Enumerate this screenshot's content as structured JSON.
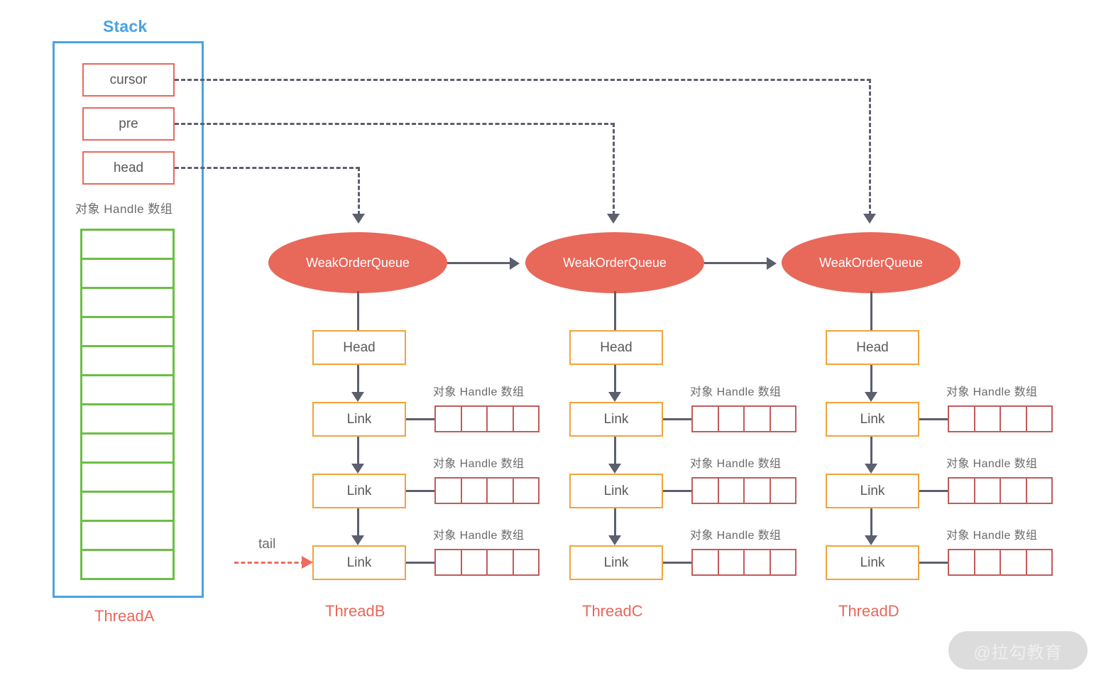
{
  "stack": {
    "title": "Stack",
    "pointers": [
      {
        "label": "cursor"
      },
      {
        "label": "pre"
      },
      {
        "label": "head"
      }
    ],
    "array_label": "对象 Handle 数组",
    "array_cell_count": 12,
    "thread_label": "ThreadA"
  },
  "queues": [
    {
      "title": "WeakOrderQueue",
      "head_label": "Head",
      "links": [
        {
          "label": "Link",
          "handle_label": "对象 Handle 数组",
          "handle_cells": 4
        },
        {
          "label": "Link",
          "handle_label": "对象 Handle 数组",
          "handle_cells": 4
        },
        {
          "label": "Link",
          "handle_label": "对象 Handle 数组",
          "handle_cells": 4
        }
      ],
      "thread_label": "ThreadB",
      "tail_label": "tail"
    },
    {
      "title": "WeakOrderQueue",
      "head_label": "Head",
      "links": [
        {
          "label": "Link",
          "handle_label": "对象 Handle 数组",
          "handle_cells": 4
        },
        {
          "label": "Link",
          "handle_label": "对象 Handle 数组",
          "handle_cells": 4
        },
        {
          "label": "Link",
          "handle_label": "对象 Handle 数组",
          "handle_cells": 4
        }
      ],
      "thread_label": "ThreadC"
    },
    {
      "title": "WeakOrderQueue",
      "head_label": "Head",
      "links": [
        {
          "label": "Link",
          "handle_label": "对象 Handle 数组",
          "handle_cells": 4
        },
        {
          "label": "Link",
          "handle_label": "对象 Handle 数组",
          "handle_cells": 4
        },
        {
          "label": "Link",
          "handle_label": "对象 Handle 数组",
          "handle_cells": 4
        }
      ],
      "thread_label": "ThreadD"
    }
  ],
  "watermark": "@拉勾教育",
  "colors": {
    "stack_blue": "#4aa3e0",
    "pointer_red": "#e8685a",
    "array_green": "#6cbe45",
    "queue_salmon": "#e8685a",
    "node_orange": "#f2a33c",
    "handle_red": "#c25b5b",
    "line_gray": "#5c5f6e",
    "text_gray": "#595959"
  }
}
